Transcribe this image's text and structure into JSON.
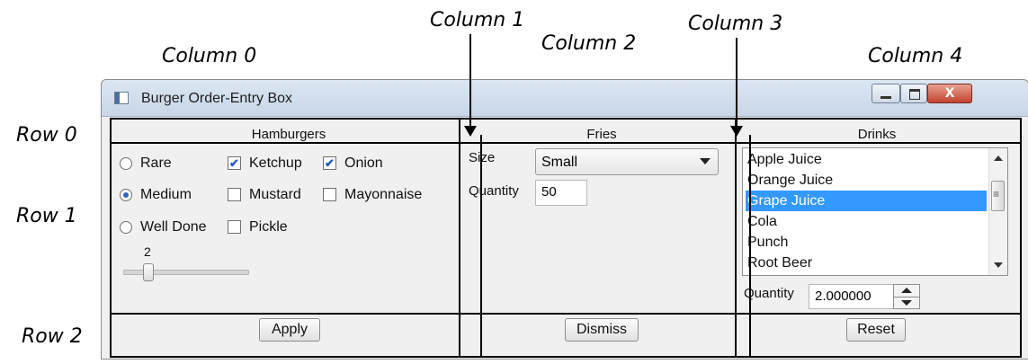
{
  "annotations": {
    "columns": [
      "Column 0",
      "Column 1",
      "Column 2",
      "Column 3",
      "Column 4"
    ],
    "rows": [
      "Row 0",
      "Row 1",
      "Row 2"
    ]
  },
  "window": {
    "title": "Burger Order-Entry Box",
    "close_glyph": "X"
  },
  "hamburgers": {
    "header": "Hamburgers",
    "doneness": [
      {
        "label": "Rare",
        "selected": false
      },
      {
        "label": "Medium",
        "selected": true
      },
      {
        "label": "Well Done",
        "selected": false
      }
    ],
    "toppings": [
      {
        "label": "Ketchup",
        "checked": true
      },
      {
        "label": "Mustard",
        "checked": false
      },
      {
        "label": "Pickle",
        "checked": false
      }
    ],
    "extras": [
      {
        "label": "Onion",
        "checked": true
      },
      {
        "label": "Mayonnaise",
        "checked": false
      }
    ],
    "slider_value": "2"
  },
  "fries": {
    "header": "Fries",
    "size_label": "Size",
    "size_value": "Small",
    "quantity_label": "Quantity",
    "quantity_value": "50"
  },
  "drinks": {
    "header": "Drinks",
    "items": [
      "Apple Juice",
      "Orange Juice",
      "Grape Juice",
      "Cola",
      "Punch",
      "Root Beer"
    ],
    "selected": "Grape Juice",
    "quantity_label": "Quantity",
    "quantity_value": "2.000000"
  },
  "buttons": {
    "apply": "Apply",
    "dismiss": "Dismiss",
    "reset": "Reset"
  },
  "check_glyph": "✔"
}
